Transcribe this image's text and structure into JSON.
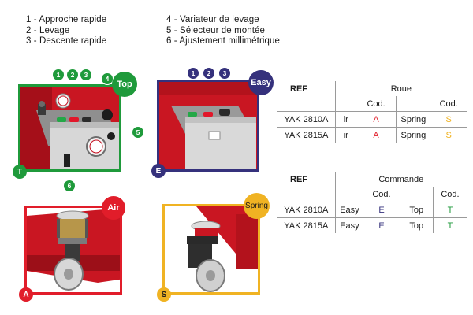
{
  "legend": {
    "items": [
      "1 - Approche rapide",
      "2 - Levage",
      "3 - Descente rapide",
      "4 - Variateur de levage",
      "5 - Sélecteur de montée",
      "6 - Ajustement millimétrique"
    ]
  },
  "panels": {
    "top": {
      "badge": "Top",
      "corner": "T",
      "numbers": [
        "1",
        "2",
        "3",
        "4",
        "5",
        "6"
      ],
      "color": "#1f9a3b"
    },
    "easy": {
      "badge": "Easy",
      "corner": "E",
      "numbers": [
        "1",
        "2",
        "3"
      ],
      "color": "#35317c"
    },
    "air": {
      "badge": "Air",
      "corner": "A",
      "color": "#e11d2a"
    },
    "spring": {
      "badge": "Spring",
      "corner": "S",
      "color": "#f0b323"
    }
  },
  "table_roue": {
    "ref_label": "REF",
    "group_label": "Roue",
    "cod_label": "Cod.",
    "rows": [
      {
        "ref": "YAK 2810A",
        "opt1": "ir",
        "code1": "A",
        "opt2": "Spring",
        "code2": "S"
      },
      {
        "ref": "YAK 2815A",
        "opt1": "ir",
        "code1": "A",
        "opt2": "Spring",
        "code2": "S"
      }
    ]
  },
  "table_commande": {
    "ref_label": "REF",
    "group_label": "Commande",
    "cod_label": "Cod.",
    "rows": [
      {
        "ref": "YAK 2810A",
        "opt1": "Easy",
        "code1": "E",
        "opt2": "Top",
        "code2": "T"
      },
      {
        "ref": "YAK 2815A",
        "opt1": "Easy",
        "code1": "E",
        "opt2": "Top",
        "code2": "T"
      }
    ]
  },
  "colors": {
    "red": "#e11d2a",
    "green": "#1f9a3b",
    "navy": "#35317c",
    "yellow": "#f0b323"
  }
}
